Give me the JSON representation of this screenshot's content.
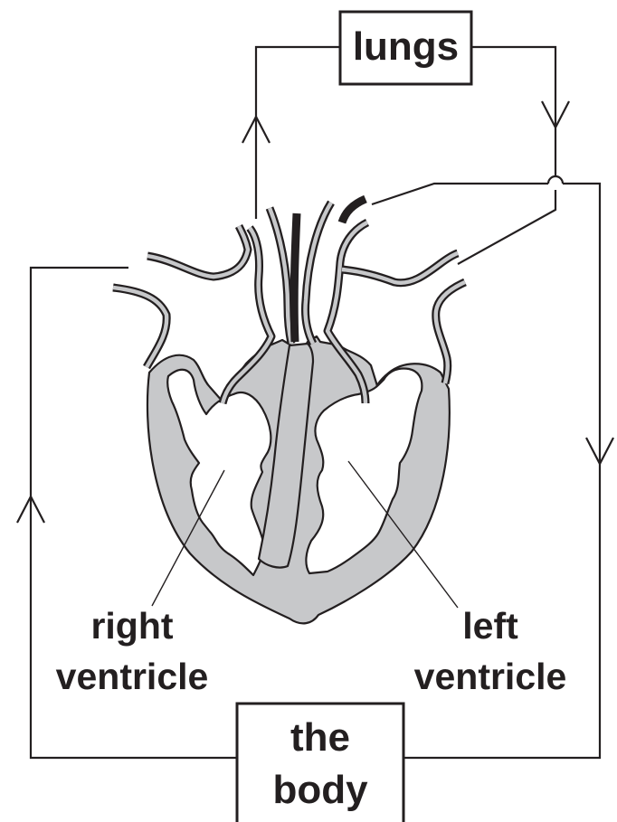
{
  "labels": {
    "lungs": "lungs",
    "right_ventricle_line1": "right",
    "right_ventricle_line2": "ventricle",
    "left_ventricle_line1": "left",
    "left_ventricle_line2": "ventricle",
    "body_line1": "the",
    "body_line2": "body"
  },
  "colors": {
    "outline": "#231f20",
    "tissue": "#c7c8ca",
    "background": "#ffffff"
  },
  "icons": [
    "arrow-up-icon",
    "arrow-down-icon"
  ]
}
